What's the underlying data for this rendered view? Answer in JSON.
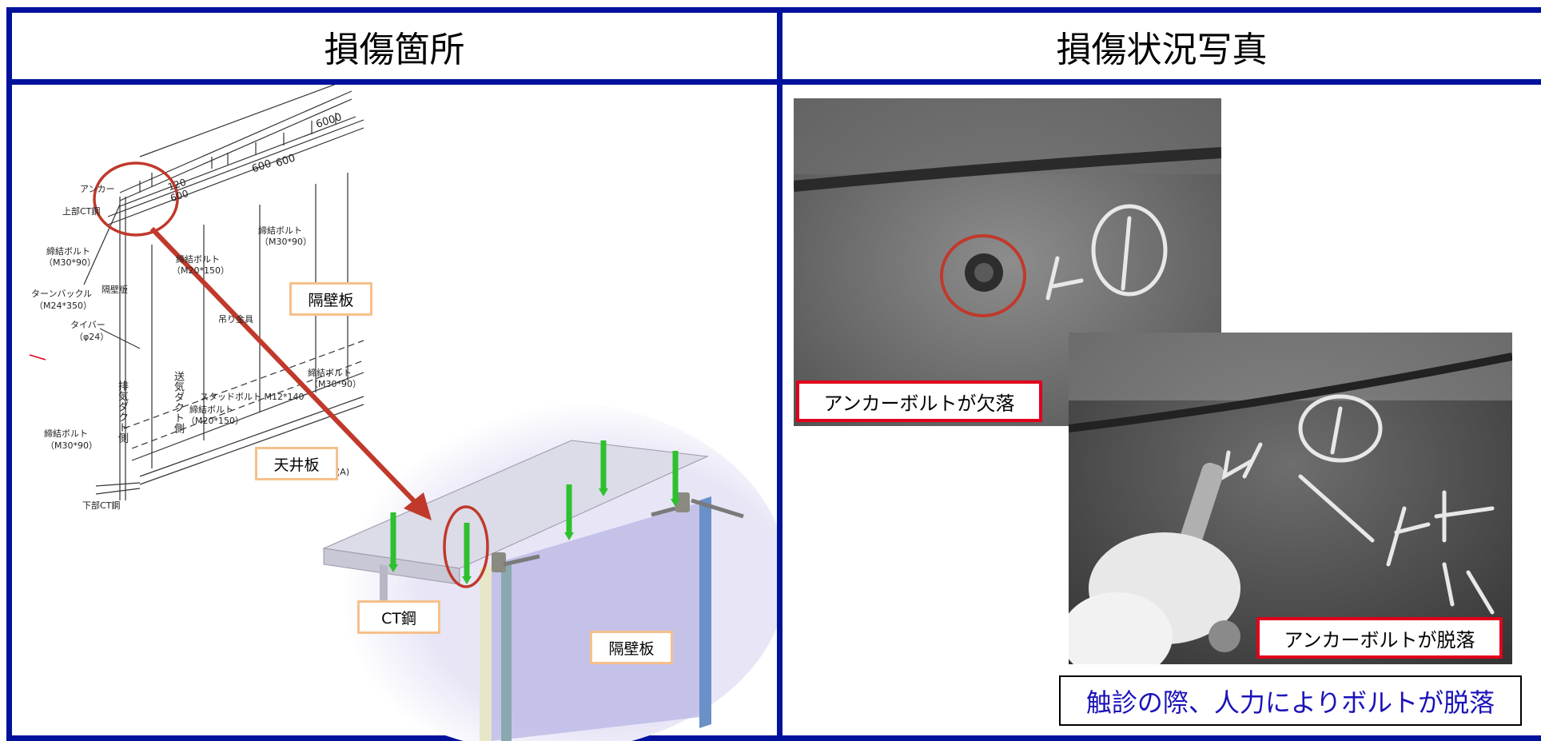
{
  "headers": {
    "left": "損傷箇所",
    "right": "損傷状況写真"
  },
  "diagram": {
    "dimension_top": "6000",
    "dimension_600a": "600",
    "dimension_600b": "600",
    "dimension_120": "120",
    "dimension_600c": "600",
    "callouts": {
      "anchor": "アンカー",
      "upper_ct": "上部CT鋼",
      "bolt1": "締結ボルト",
      "bolt1_spec": "（M30*90）",
      "bolt2": "締結ボルト",
      "bolt2_spec": "（M20*150）",
      "bolt3": "締結ボルト",
      "bolt3_spec": "（M30*90）",
      "turnbuckle": "ターンバックル",
      "turnbuckle_spec": "（M24*350）",
      "partition_plate": "隔壁版",
      "tiebar": "タイバー",
      "tiebar_spec": "（φ24）",
      "hanger": "吊り金具",
      "exhaust_duct": "排気ダクト側",
      "supply_duct": "送気ダクト側",
      "stud_bolt": "スタッドボルト M12*140",
      "bolt4": "締結ボルト",
      "bolt4_spec": "（M20*150）",
      "bolt5": "締結ボルト",
      "bolt5_spec": "（M30*90）",
      "bolt6": "締結ボルト",
      "bolt6_spec": "（M30*90）",
      "lower_ct": "下部CT鋼",
      "plate_a": "板(A)"
    },
    "labels": {
      "partition_wall_top": "隔壁板",
      "ceiling_plate": "天井板",
      "ct_steel": "CT鋼",
      "partition_wall_bottom": "隔壁板"
    }
  },
  "photos": {
    "caption_missing": "アンカーボルトが欠落",
    "caption_dislodged": "アンカーボルトが脱落",
    "note": "触診の際、人力によりボルトが脱落"
  },
  "colors": {
    "border": "#00129b",
    "callout_red": "#c0392b",
    "label_border": "#f6c08a",
    "caption_border": "#e0001a",
    "note_text": "#1b12b8"
  }
}
